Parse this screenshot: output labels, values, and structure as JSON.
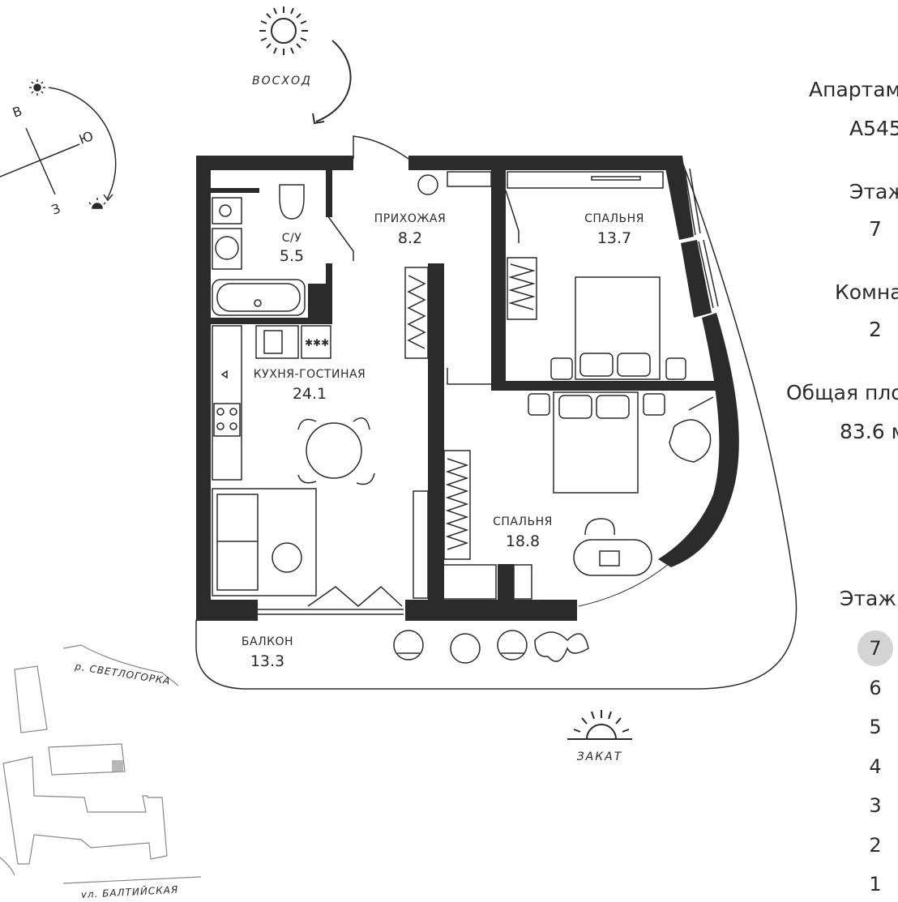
{
  "info": {
    "apartment_label": "Апартам",
    "apartment_value": "А545",
    "floor_label": "Этаж",
    "floor_value": "7",
    "rooms_label": "Комна",
    "rooms_value": "2",
    "area_label": "Общая пло",
    "area_value": "83.6 м",
    "floors_header": "Этаж"
  },
  "floors": [
    {
      "label": "7",
      "active": true
    },
    {
      "label": "6",
      "active": false
    },
    {
      "label": "5",
      "active": false
    },
    {
      "label": "4",
      "active": false
    },
    {
      "label": "3",
      "active": false
    },
    {
      "label": "2",
      "active": false
    },
    {
      "label": "1",
      "active": false
    }
  ],
  "rooms": {
    "bathroom": {
      "name": "С/У",
      "area": "5.5"
    },
    "hallway": {
      "name": "ПРИХОЖАЯ",
      "area": "8.2"
    },
    "bedroom1": {
      "name": "СПАЛЬНЯ",
      "area": "13.7"
    },
    "kitchen": {
      "name": "КУХНЯ-ГОСТИНАЯ",
      "area": "24.1"
    },
    "bedroom2": {
      "name": "СПАЛЬНЯ",
      "area": "18.8"
    },
    "balcony": {
      "name": "БАЛКОН",
      "area": "13.3"
    }
  },
  "sun": {
    "sunrise": "ВОСХОД",
    "sunset": "ЗАКАТ"
  },
  "compass": {
    "east": "В",
    "south": "Ю",
    "west": "З"
  },
  "site": {
    "river": "р. СВЕТЛОГОРКА",
    "street": "ул. БАЛТИЙСКАЯ"
  },
  "colors": {
    "wall": "#2b2b2b",
    "active_floor": "#d4d4d4"
  }
}
